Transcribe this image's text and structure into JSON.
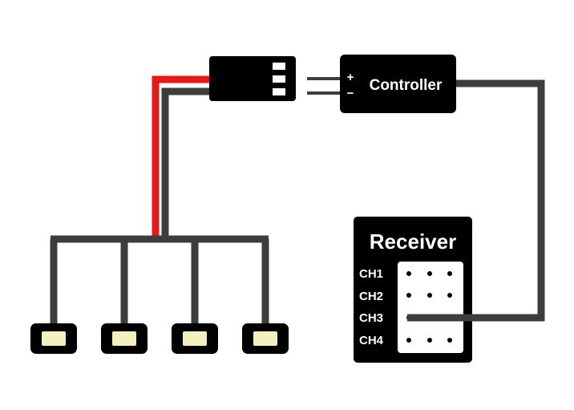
{
  "controller": {
    "label": "Controller",
    "plus": "+",
    "minus": "−"
  },
  "receiver": {
    "title": "Receiver",
    "channels": [
      "CH1",
      "CH2",
      "CH3",
      "CH4"
    ]
  },
  "colors": {
    "wire": "#3d3d3d",
    "wire_positive": "#e41a1a",
    "body": "#000000",
    "led": "#f3f0bf",
    "text": "#ffffff"
  }
}
